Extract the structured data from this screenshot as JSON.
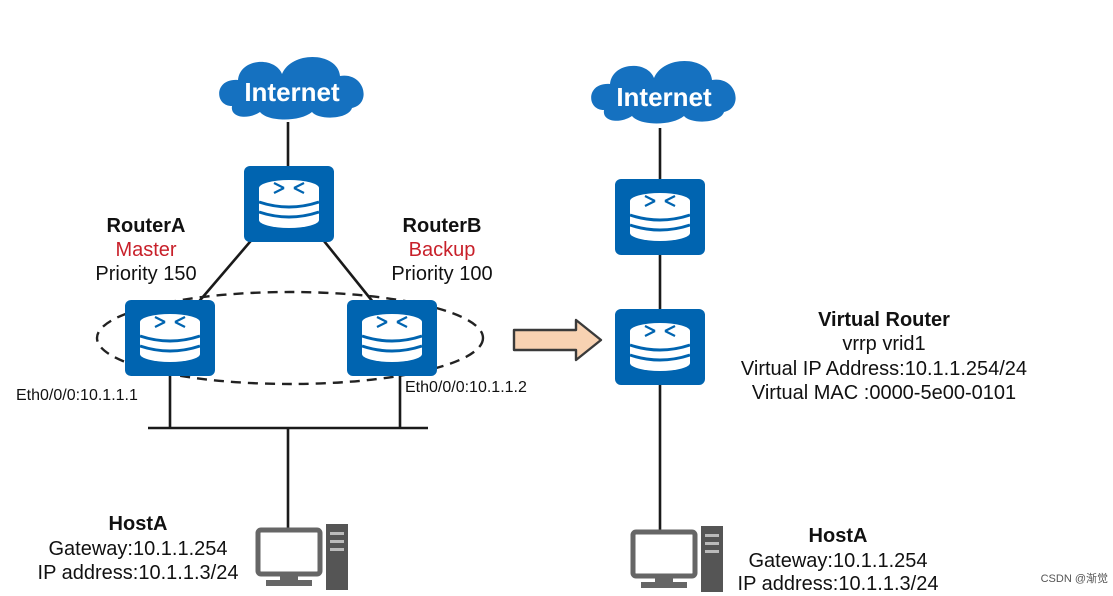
{
  "left": {
    "cloud_label": "Internet",
    "router_a": {
      "name": "RouterA",
      "role": "Master",
      "priority": "Priority 150",
      "interface": "Eth0/0/0:10.1.1.1"
    },
    "router_b": {
      "name": "RouterB",
      "role": "Backup",
      "priority": "Priority 100",
      "interface": "Eth0/0/0:10.1.1.2"
    },
    "host": {
      "name": "HostA",
      "gateway": "Gateway:10.1.1.254",
      "ip": "IP address:10.1.1.3/24"
    }
  },
  "right": {
    "cloud_label": "Internet",
    "virtual_router": {
      "title": "Virtual Router",
      "vrid": "vrrp vrid1",
      "vip": "Virtual IP Address:10.1.1.254/24",
      "vmac": "Virtual MAC :0000-5e00-0101"
    },
    "host": {
      "name": "HostA",
      "gateway": "Gateway:10.1.1.254",
      "ip": "IP address:10.1.1.3/24"
    }
  },
  "watermark": "CSDN @渐觉",
  "colors": {
    "router_blue": "#0064b0",
    "cloud_blue": "#1571c0",
    "master_red": "#c8202a",
    "arrow_fill": "#f8d2b2",
    "arrow_stroke": "#3a3a3a"
  }
}
